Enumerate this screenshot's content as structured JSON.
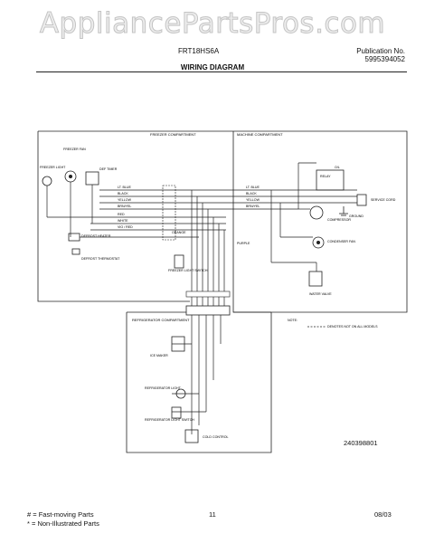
{
  "watermark": "AppliancePartsPros.com",
  "header": {
    "model": "FRT18HS6A",
    "publication_label": "Publication No.",
    "publication_number": "5995394052",
    "title": "WIRING DIAGRAM"
  },
  "compartments": {
    "freezer": "FREEZER COMPARTMENT",
    "machine": "MACHINE COMPARTMENT",
    "refrigerator": "REFRIGERATOR COMPARTMENT"
  },
  "components": {
    "freezer_fan": "FREEZER FAN",
    "freezer_light": "FREEZER LIGHT",
    "defrost_thermostat": "DEFROST THERMOSTAT",
    "defrost_timer": "DEF TIMER",
    "defrost_heater": "DEFROST HEATER",
    "freezer_light_switch": "FREEZER LIGHT SWITCH",
    "compressor": "COMPRESSOR",
    "condenser_fan": "CONDENSER FAN",
    "water_valve": "WATER VALVE",
    "service_cord": "SERVICE CORD",
    "ground": "GROUND",
    "overload": "O/L",
    "relay": "RELAY",
    "refrigerator_light": "REFRIGERATOR LIGHT",
    "refrigerator_light_switch": "REFRIGERATOR LIGHT SWITCH",
    "cold_control": "COLD CONTROL",
    "ice_maker": "ICE MAKER"
  },
  "wire_colors": [
    "LT. BLUE",
    "BLACK",
    "YELLOW",
    "BRN/YEL",
    "RED",
    "WHITE",
    "VIO / RED",
    "ORANGE",
    "BLUE",
    "PURPLE"
  ],
  "wire_colors_right": [
    "LT. BLUE",
    "BLACK",
    "YELLOW",
    "BRN/YEL"
  ],
  "note": {
    "label": "NOTE:",
    "text": "DENOTES NOT ON ALL MODELS"
  },
  "doc_number": "240398801",
  "footer": {
    "fast_moving": "# = Fast-moving Parts",
    "non_illustrated": "* = Non-Illustrated Parts",
    "page": "11",
    "date": "08/03"
  }
}
